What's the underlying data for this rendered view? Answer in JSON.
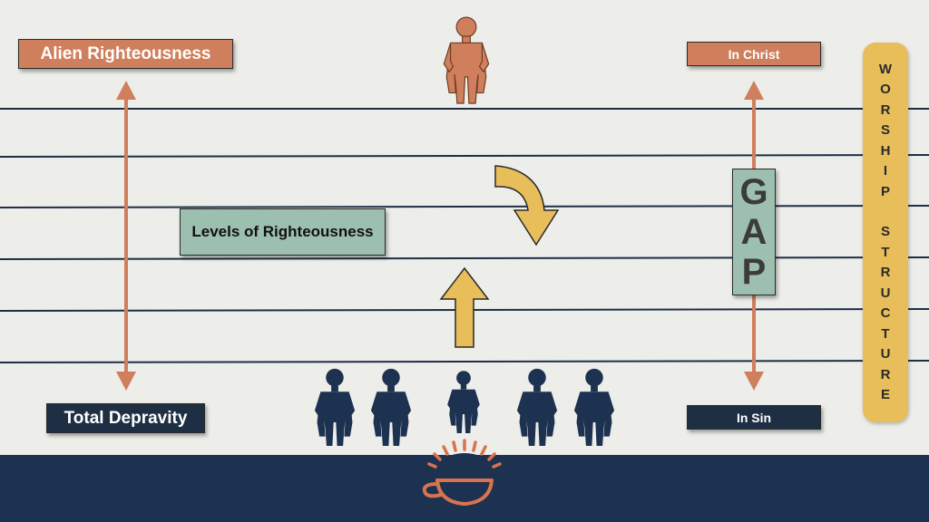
{
  "labels": {
    "alien_righteousness": "Alien Righteousness",
    "total_depravity": "Total Depravity",
    "in_christ": "In Christ",
    "in_sin": "In Sin",
    "levels_of_righteousness": "Levels of Righteousness",
    "gap_letters": [
      "G",
      "A",
      "P"
    ]
  },
  "side_bar": {
    "words": [
      "WORSHIP",
      "STRUCTURE"
    ]
  },
  "figures": {
    "top": "standing-person-icon",
    "bottom": [
      "worker-woman-icon",
      "woman-icon",
      "man-icon",
      "man-icon",
      "worker-man-icon"
    ]
  },
  "logo": "coffee-cup-sunrise-logo",
  "colors": {
    "background": "#ededea",
    "orange": "#cf7f5c",
    "navy": "#1e2f44",
    "sage": "#9dbfaf",
    "gold": "#e8be5a",
    "footer": "#1d3150"
  }
}
